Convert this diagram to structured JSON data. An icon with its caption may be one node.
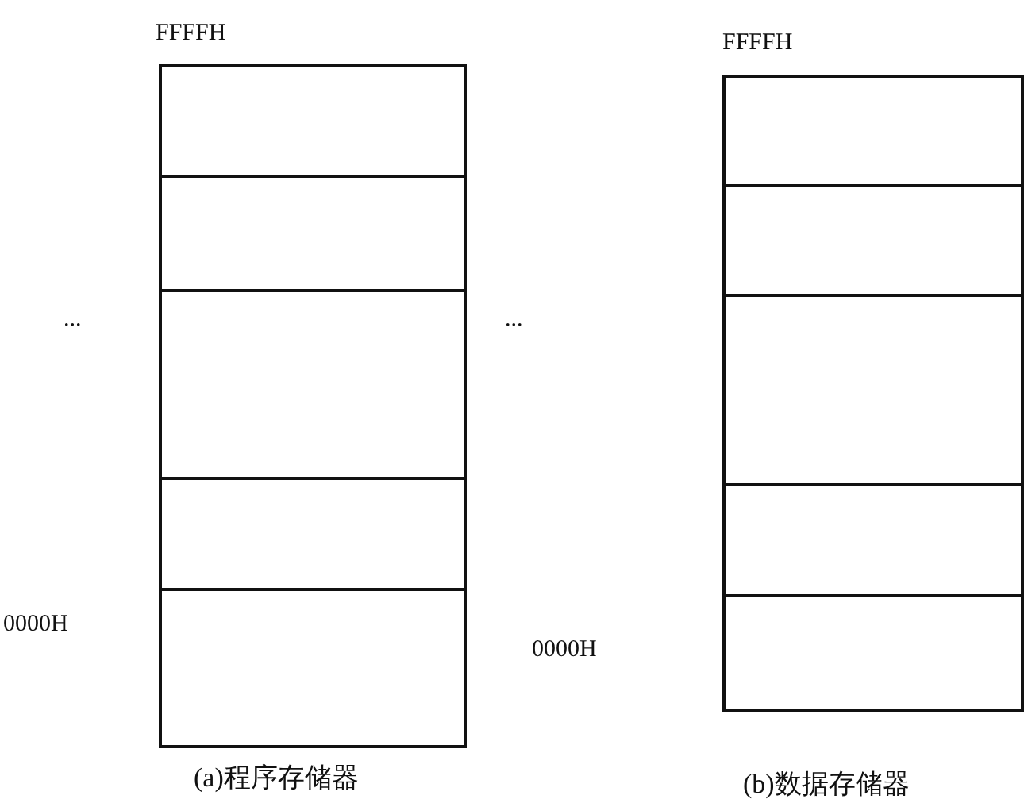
{
  "diagram": {
    "nodes": [
      {
        "text": [],
        "shape": "box"
      },
      {
        "text": [],
        "shape": "box"
      },
      {
        "text": [],
        "shape": "box"
      },
      {
        "text": [],
        "shape": "box"
      },
      {
        "text": [],
        "shape": "box"
      },
      {
        "text": [],
        "shape": "box"
      },
      {
        "text": [],
        "shape": "box"
      },
      {
        "text": [],
        "shape": "box"
      },
      {
        "text": [],
        "shape": "box"
      },
      {
        "text": [],
        "shape": "box"
      }
    ],
    "labels": [
      "FFFFH",
      "FFFFH",
      "...",
      "...",
      "0000H",
      "0000H",
      "(a)程序存储器",
      "(b)数据存储器"
    ]
  }
}
